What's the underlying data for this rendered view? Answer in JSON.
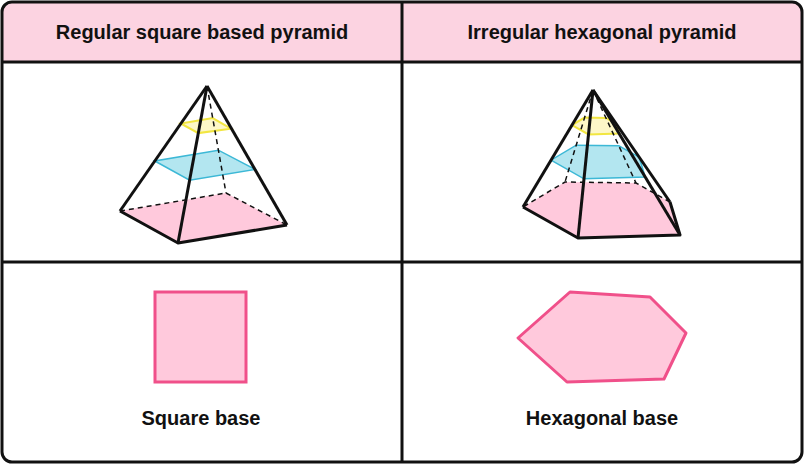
{
  "diagram": {
    "labels": [
      "Regular square based pyramid",
      "Irregular hexagonal pyramid",
      "Square base",
      "Hexagonal base"
    ]
  }
}
